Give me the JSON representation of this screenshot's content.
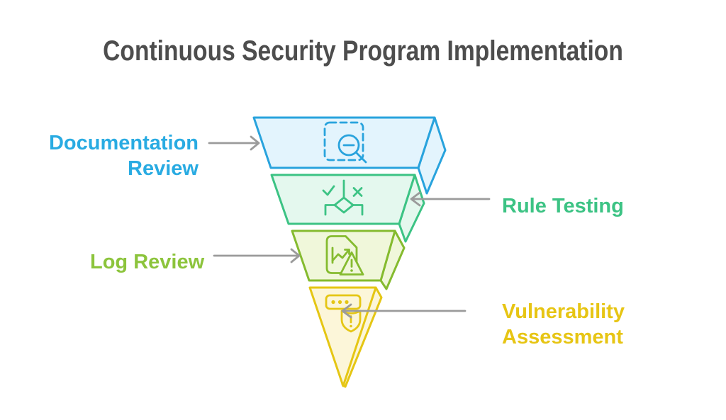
{
  "title": "Continuous Security Program Implementation",
  "title_color": "#4d4d4d",
  "arrow_color": "#9b9b9b",
  "background_color": "#ffffff",
  "layers": [
    {
      "id": "documentation-review",
      "label": "Documentation Review",
      "label_lines": [
        "Documentation",
        "Review"
      ],
      "icon": "scan-zoom-out-icon",
      "stroke_color": "#29a3dd",
      "fill_color": "#e3f4fd",
      "label_color": "#29abe2",
      "label_position": "left"
    },
    {
      "id": "rule-testing",
      "label": "Rule Testing",
      "label_lines": [
        "Rule Testing"
      ],
      "icon": "decision-branch-check-x-icon",
      "stroke_color": "#3cc384",
      "fill_color": "#e4f8ee",
      "label_color": "#3cc384",
      "label_position": "right"
    },
    {
      "id": "log-review",
      "label": "Log Review",
      "label_lines": [
        "Log Review"
      ],
      "icon": "report-chart-warning-icon",
      "stroke_color": "#85bb2f",
      "fill_color": "#f0f7da",
      "label_color": "#8cc43c",
      "label_position": "left"
    },
    {
      "id": "vulnerability-assessment",
      "label": "Vulnerability Assessment",
      "label_lines": [
        "Vulnerability",
        "Assessment"
      ],
      "icon": "password-shield-alert-icon",
      "stroke_color": "#e5c614",
      "fill_color": "#fcf6d9",
      "label_color": "#e7c514",
      "label_position": "right"
    }
  ]
}
